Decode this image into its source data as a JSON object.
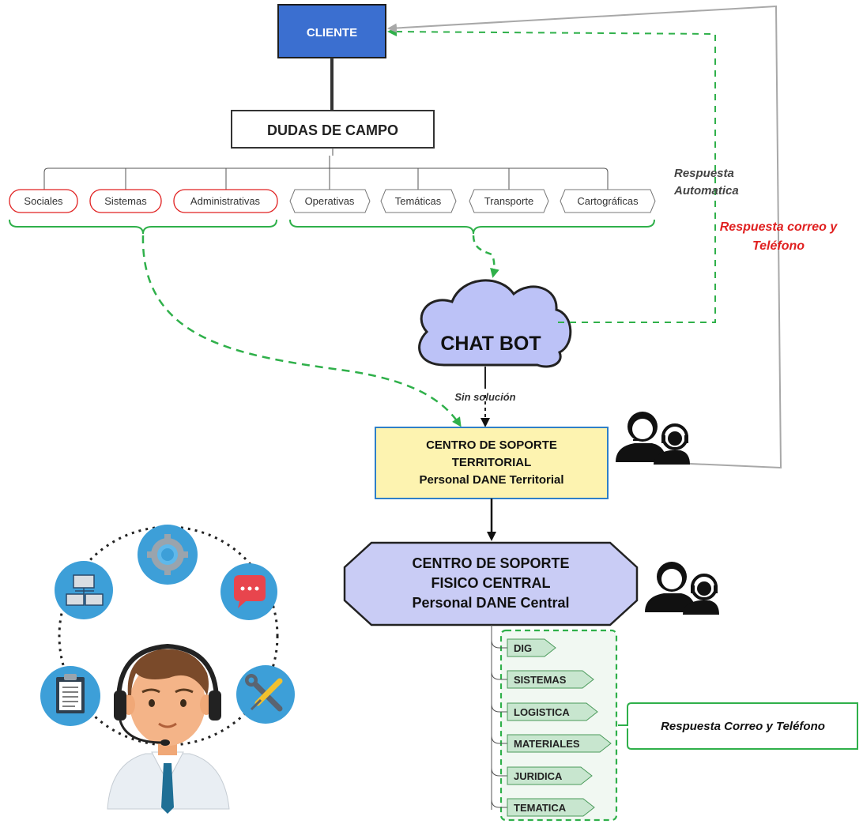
{
  "client": {
    "label": "CLIENTE"
  },
  "dudas": {
    "label": "DUDAS DE CAMPO"
  },
  "categories_red": [
    "Sociales",
    "Sistemas",
    "Administrativas"
  ],
  "categories_gray": [
    "Operativas",
    "Temáticas",
    "Transporte",
    "Cartográficas"
  ],
  "chatbot": {
    "label": "CHAT BOT"
  },
  "sin_solucion": "Sin solución",
  "respuesta_automatica": [
    "Respuesta",
    "Automatica"
  ],
  "respuesta_correo_red": [
    "Respuesta correo y",
    "Teléfono"
  ],
  "territorial": {
    "lines": [
      "CENTRO DE SOPORTE",
      "TERRITORIAL",
      "Personal DANE Territorial"
    ]
  },
  "central": {
    "lines": [
      "CENTRO DE SOPORTE",
      "FISICO CENTRAL",
      "Personal DANE Central"
    ]
  },
  "departments": [
    "DIG",
    "SISTEMAS",
    "LOGISTICA",
    "MATERIALES",
    "JURIDICA",
    "TEMATICA"
  ],
  "respuesta_correo_callout": "Respuesta Correo y Teléfono",
  "icons": [
    "support-agents-icon",
    "support-agents-icon",
    "gear-icon",
    "network-icon",
    "chat-bubble-icon",
    "clipboard-icon",
    "tools-icon",
    "headset-agent-icon"
  ],
  "colors": {
    "client_fill": "#3b6fd0",
    "territorial_fill": "#fdf3b0",
    "central_fill": "#c9ccf5",
    "cloud_fill": "#bcc2f7",
    "green": "#2fb04a",
    "red": "#e02020",
    "tag_fill": "#c8e6cf",
    "icon_blue": "#3d9fd8"
  }
}
